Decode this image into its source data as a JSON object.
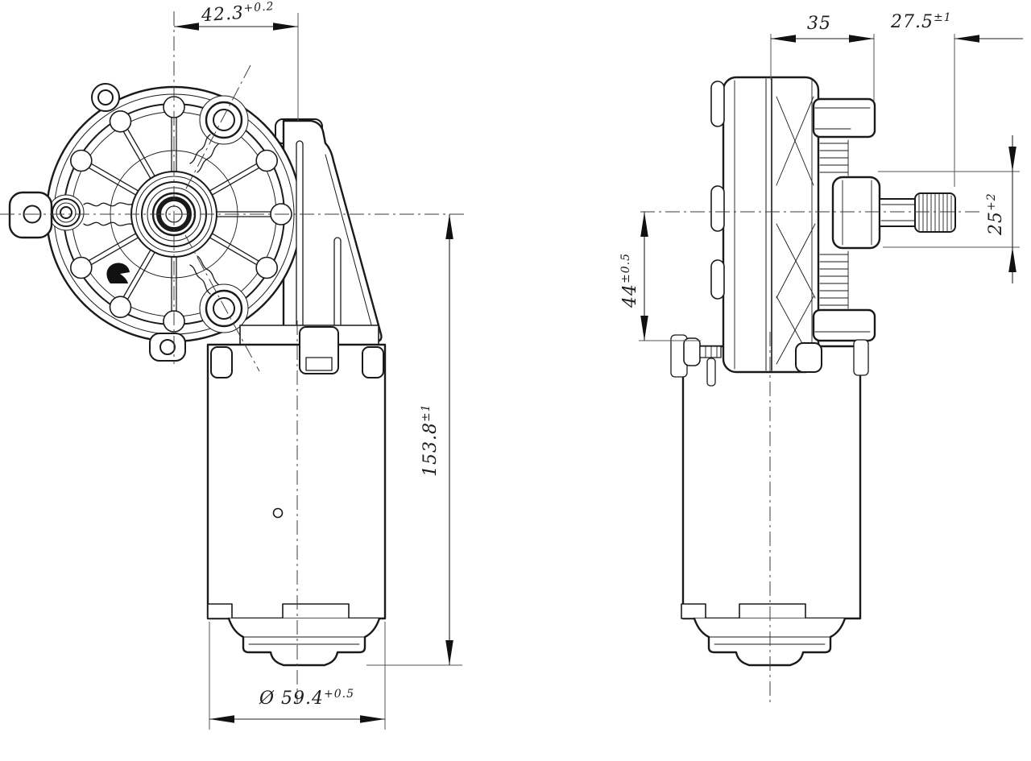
{
  "colors": {
    "line": "#1a1a1a",
    "background": "#ffffff"
  },
  "dims": {
    "d423": {
      "value": "42.3",
      "tol": "+0.2"
    },
    "d35": {
      "value": "35",
      "tol": ""
    },
    "d275": {
      "value": "27.5",
      "tol": "±1"
    },
    "d25": {
      "value": "25",
      "tol": "+2"
    },
    "d44": {
      "value": "44",
      "tol": "±0.5"
    },
    "d1538": {
      "value": "153.8",
      "tol": "±1"
    },
    "d594": {
      "value": "Ø 59.4",
      "tol": "+0.5"
    }
  }
}
